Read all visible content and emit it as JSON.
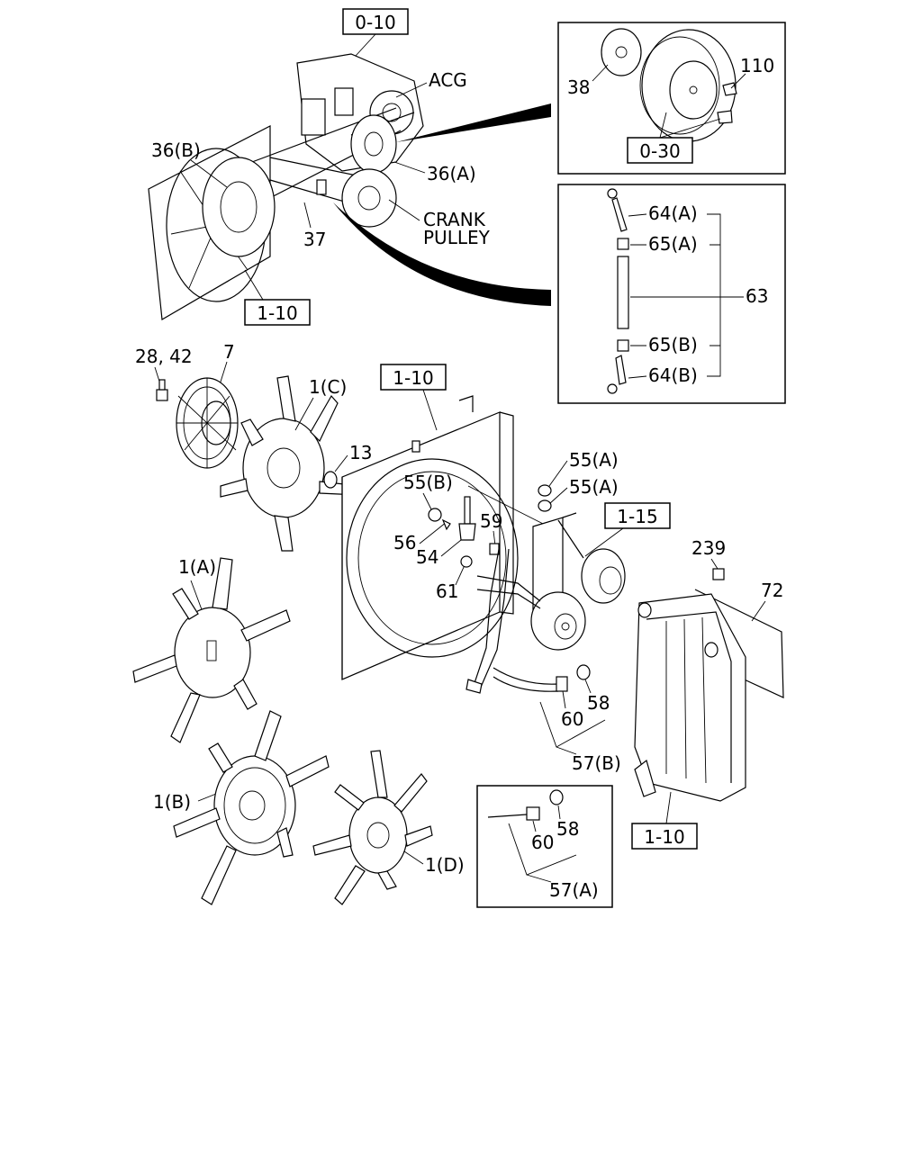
{
  "refs": {
    "r0_10": "0-10",
    "r0_30": "0-30",
    "r1_10_a": "1-10",
    "r1_10_b": "1-10",
    "r1_10_c": "1-10",
    "r1_15": "1-15"
  },
  "labels": {
    "acg": "ACG",
    "crank": "CRANK",
    "pulley": "PULLEY",
    "p36a": "36(A)",
    "p36b": "36(B)",
    "p37": "37",
    "p38": "38",
    "p110": "110",
    "p64a": "64(A)",
    "p65a": "65(A)",
    "p63": "63",
    "p65b": "65(B)",
    "p64b": "64(B)",
    "p28_42": "28, 42",
    "p7": "7",
    "p1c": "1(C)",
    "p13": "13",
    "p55b": "55(B)",
    "p55a_1": "55(A)",
    "p55a_2": "55(A)",
    "p56": "56",
    "p54": "54",
    "p59": "59",
    "p61": "61",
    "p239": "239",
    "p72": "72",
    "p1a": "1(A)",
    "p60_1": "60",
    "p58_1": "58",
    "p57b": "57(B)",
    "p1b": "1(B)",
    "p1d": "1(D)",
    "p60_2": "60",
    "p58_2": "58",
    "p57a": "57(A)"
  }
}
